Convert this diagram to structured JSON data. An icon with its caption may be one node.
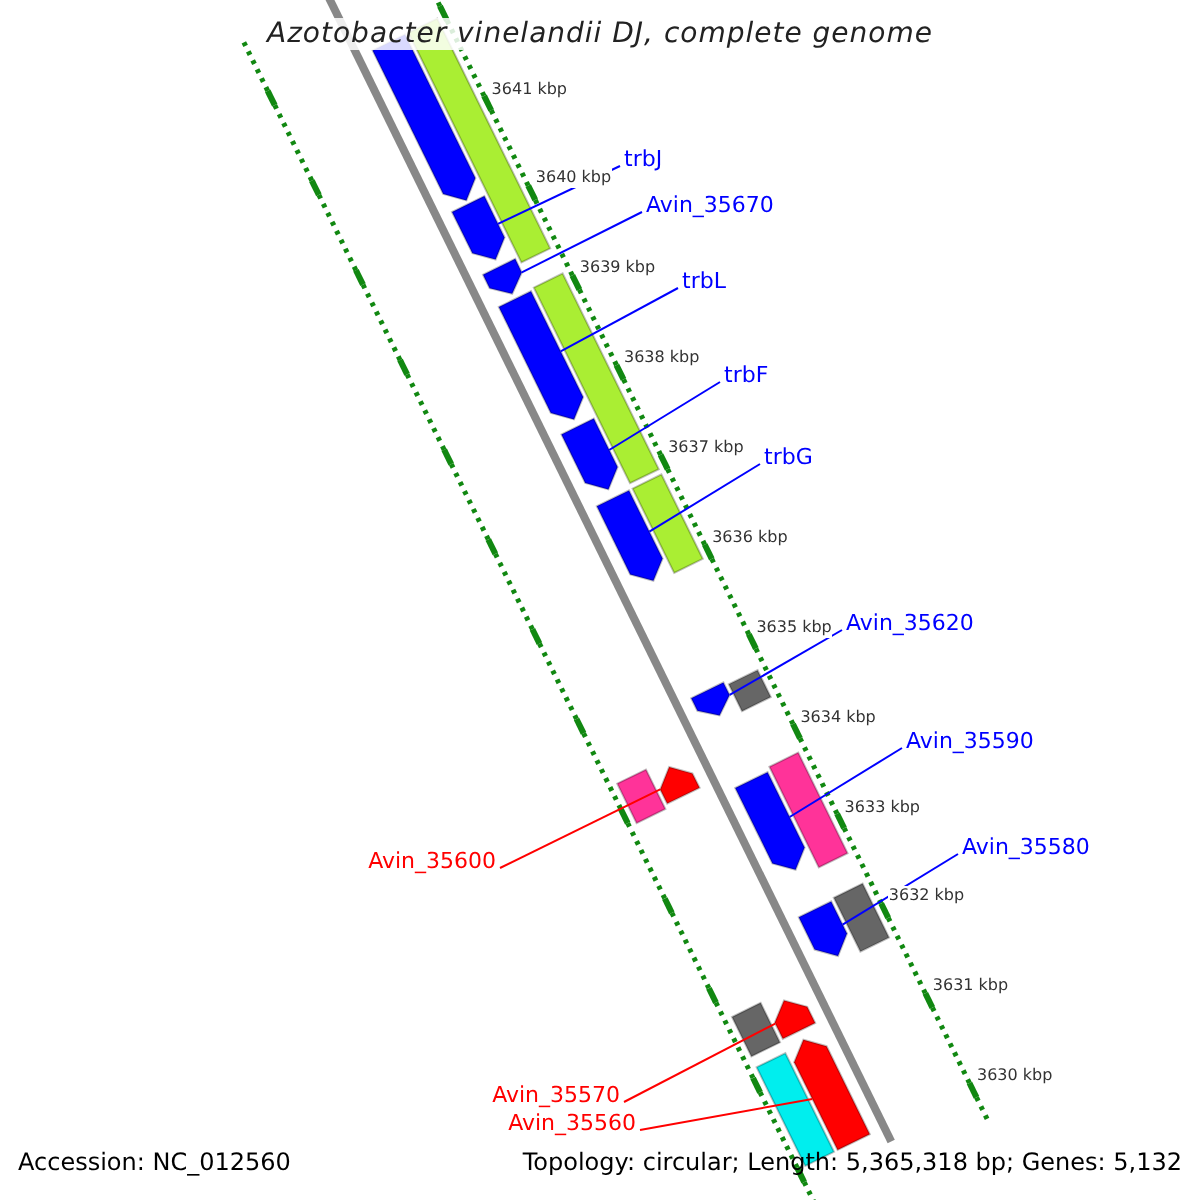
{
  "diagram": {
    "title": "Azotobacter vinelandii DJ, complete genome",
    "nodes": [
      {
        "text": [
          "trbJ"
        ]
      },
      {
        "text": [],
        "shape": "arrow"
      },
      {
        "text": [
          "Avin_35670"
        ]
      },
      {
        "text": [],
        "shape": "arrow"
      },
      {
        "text": [
          "trbL"
        ]
      },
      {
        "text": [],
        "shape": "arrow"
      },
      {
        "text": [
          "trbF"
        ]
      },
      {
        "text": [],
        "shape": "arrow"
      },
      {
        "text": [
          "trbG"
        ]
      },
      {
        "text": [],
        "shape": "arrow"
      },
      {
        "text": [
          "Avin_35620"
        ]
      },
      {
        "text": [],
        "shape": "arrow"
      },
      {
        "text": [
          "Avin_35590"
        ]
      },
      {
        "text": [],
        "shape": "arrow"
      },
      {
        "text": [
          "Avin_35580"
        ]
      },
      {
        "text": [],
        "shape": "arrow"
      },
      {
        "text": [
          "Avin_35600"
        ]
      },
      {
        "text": [],
        "shape": "arrow"
      },
      {
        "text": [
          "Avin_35570"
        ]
      },
      {
        "text": [],
        "shape": "arrow"
      },
      {
        "text": [
          "Avin_35560"
        ]
      },
      {
        "text": [],
        "shape": "arrow"
      },
      {
        "text": [],
        "shape": "arrow"
      }
    ],
    "edges": [
      {
        "from": 0,
        "to": 1,
        "arrow": "none"
      },
      {
        "from": 2,
        "to": 3,
        "arrow": "none"
      },
      {
        "from": 4,
        "to": 5,
        "arrow": "none"
      },
      {
        "from": 6,
        "to": 7,
        "arrow": "none"
      },
      {
        "from": 8,
        "to": 9,
        "arrow": "none"
      },
      {
        "from": 10,
        "to": 11,
        "arrow": "none"
      },
      {
        "from": 12,
        "to": 13,
        "arrow": "none"
      },
      {
        "from": 14,
        "to": 15,
        "arrow": "none"
      },
      {
        "from": 16,
        "to": 17,
        "arrow": "none",
        "color": "#ff0000"
      },
      {
        "from": 18,
        "to": 19,
        "arrow": "none",
        "color": "#ff0000"
      },
      {
        "from": 20,
        "to": 21,
        "arrow": "none",
        "color": "#ff0000"
      }
    ],
    "labels": [
      "3641 kbp",
      "3640 kbp",
      "3639 kbp",
      "3638 kbp",
      "3637 kbp",
      "3636 kbp",
      "3635 kbp",
      "3634 kbp",
      "3633 kbp",
      "3632 kbp",
      "3631 kbp",
      "3630 kbp",
      "Accession: NC_012560",
      "Topology: circular; Length: 5,365,318 bp; Genes: 5,132"
    ]
  }
}
